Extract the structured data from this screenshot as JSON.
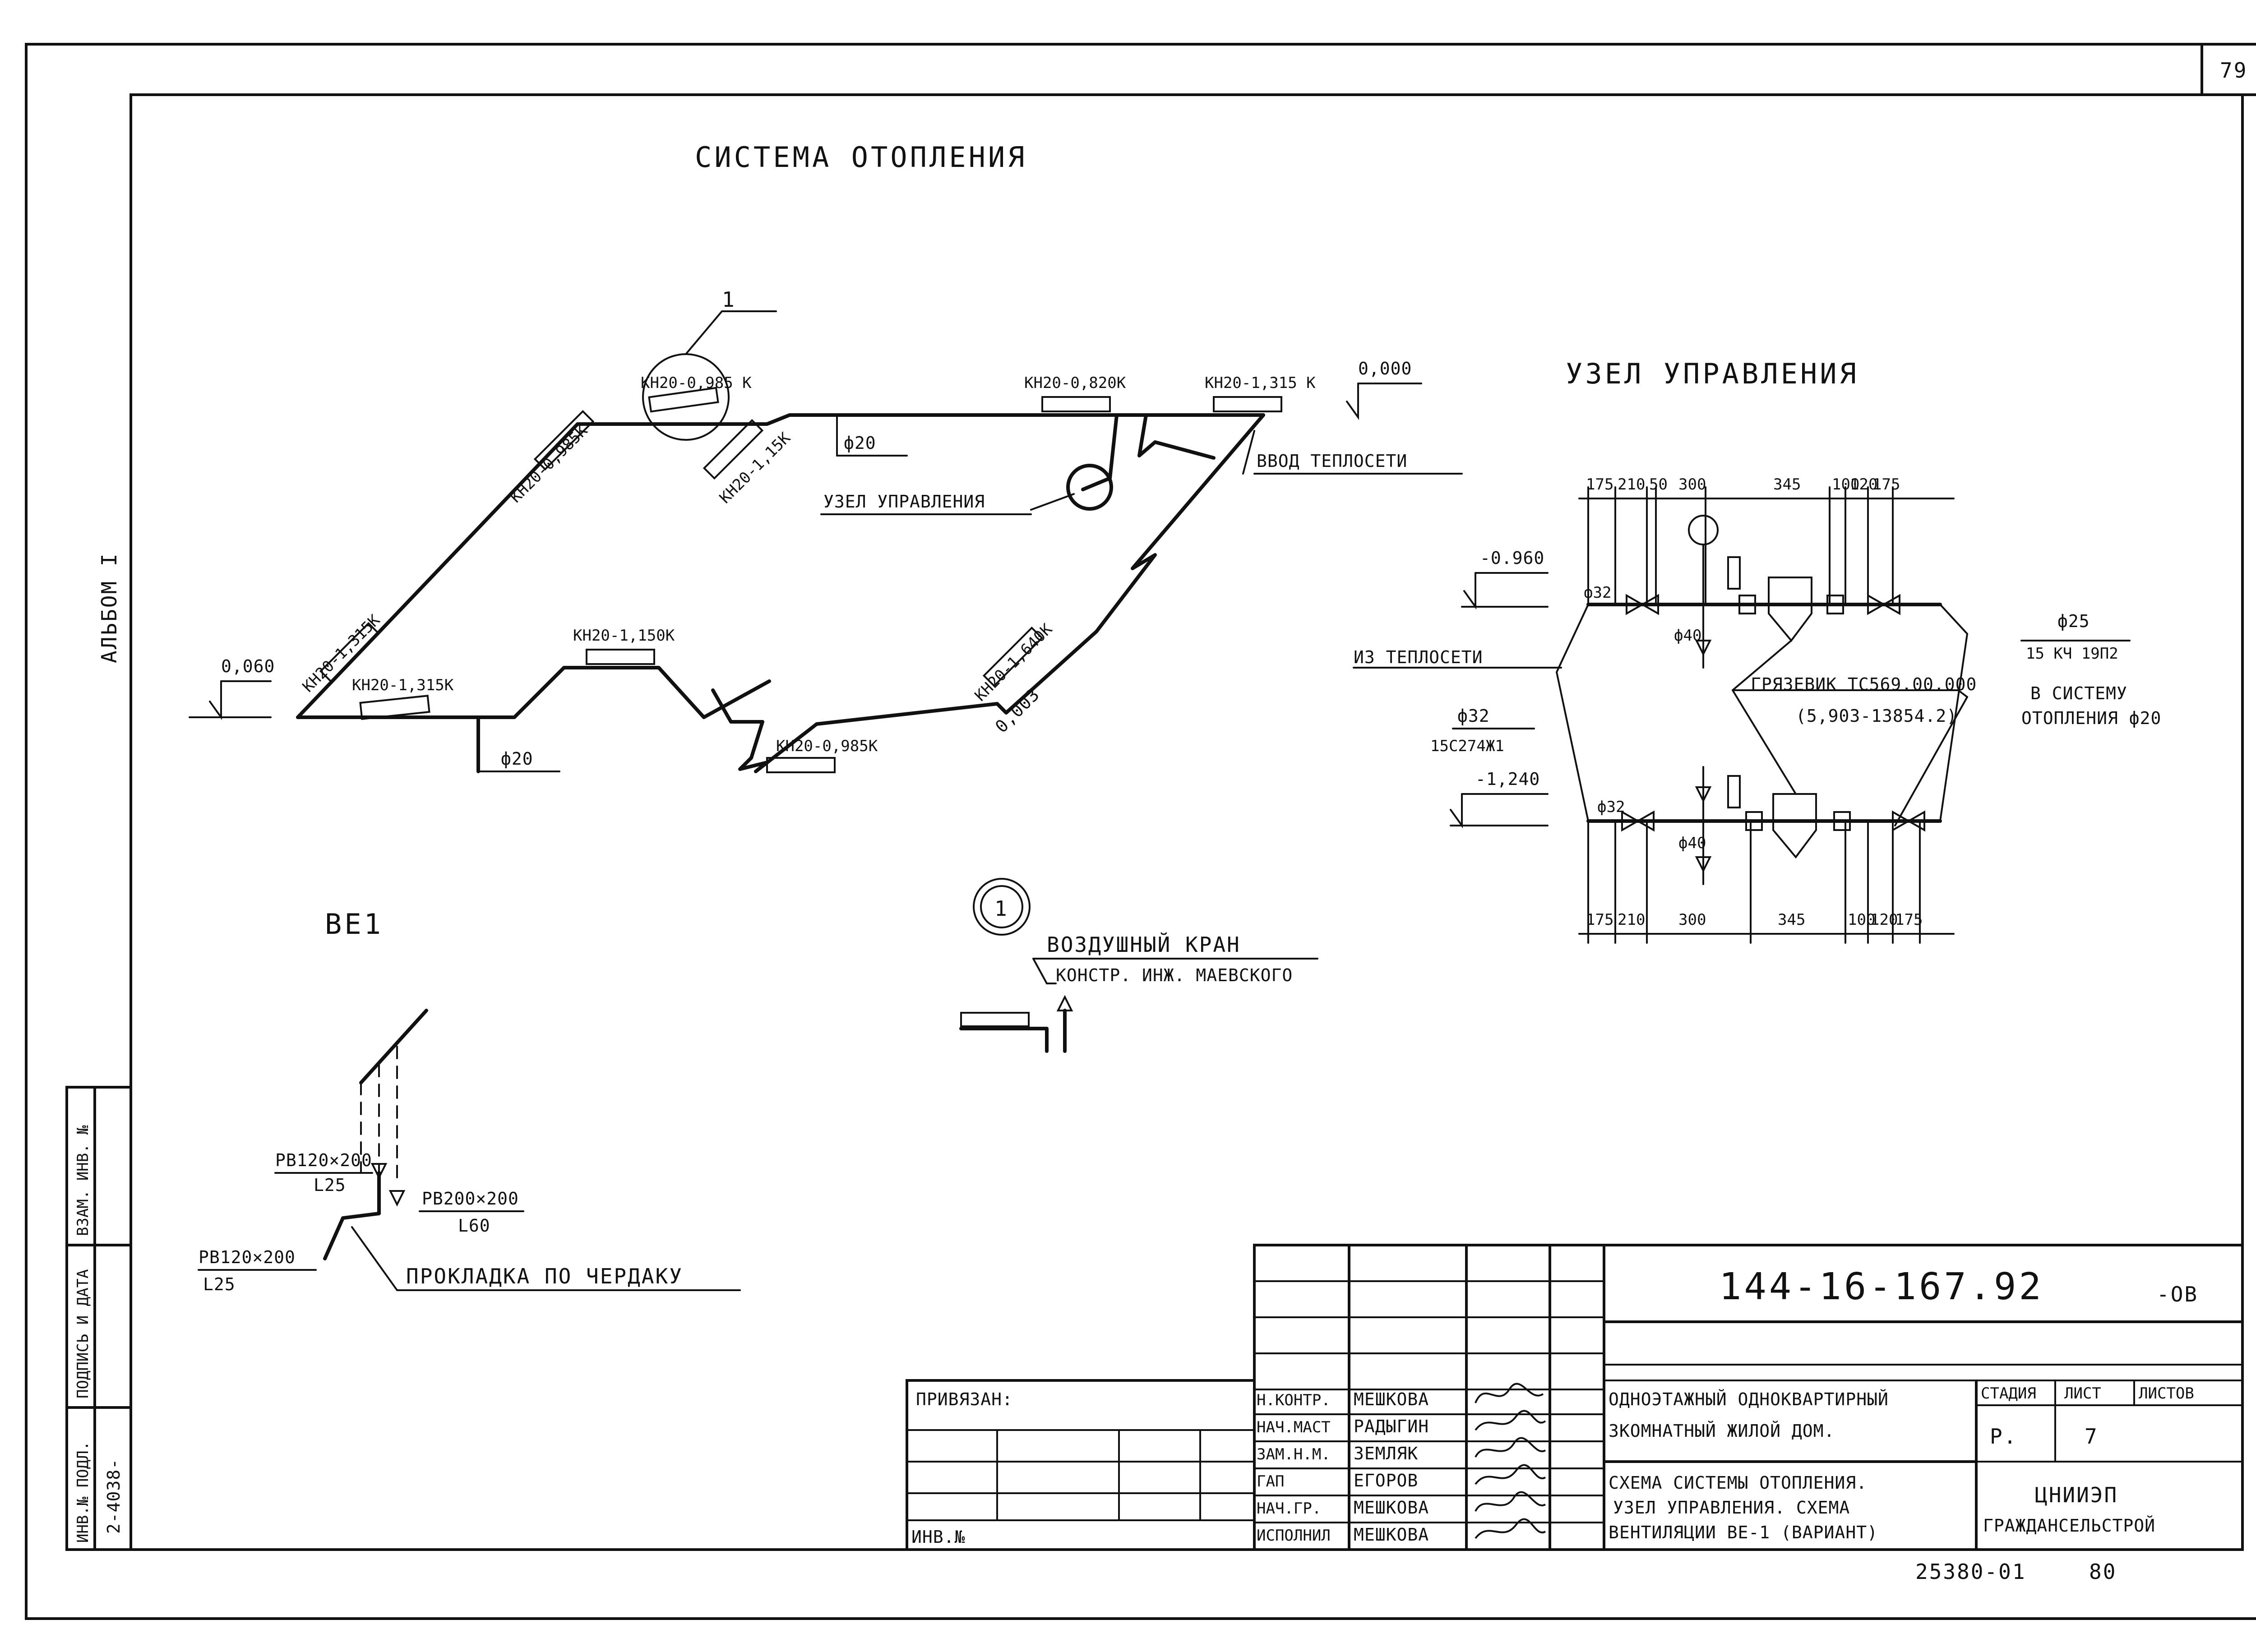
{
  "page_number": "79",
  "album_label": "АЛЬБОМ I",
  "heating": {
    "title": "СИСТЕМА ОТОПЛЕНИЯ",
    "callout_1": "1",
    "levels": {
      "zero": "0,000",
      "low": "0,060"
    },
    "pipe_labels": {
      "phi20_top": "ф20",
      "phi20_bottom": "ф20"
    },
    "control_unit_label": "УЗЕЛ УПРАВЛЕНИЯ",
    "input_label": "ВВОД ТЕПЛОСЕТИ",
    "slope": "0,003",
    "radiators": {
      "r1": "КН20-0,985 К",
      "r2": "КН20-0,985К",
      "r3": "КН20-1,15К",
      "r4": "КН20-0,820К",
      "r5": "КН20-1,315 К",
      "r6": "КН20-1,315К",
      "r7": "КН20-1,315К",
      "r8": "КН20-1,150К",
      "r9": "КН20-1,640К",
      "r10": "КН20-0,985К"
    }
  },
  "control_node": {
    "title": "УЗЕЛ УПРАВЛЕНИЯ",
    "dims_top": [
      "175",
      "210",
      "50",
      "300",
      "345",
      "100",
      "120",
      "175"
    ],
    "dims_bottom": [
      "175",
      "210",
      "300",
      "345",
      "100",
      "120",
      "175"
    ],
    "level_top": "-0.960",
    "level_bottom": "-1,240",
    "from_network": "ИЗ ТЕПЛОСЕТИ",
    "phi32_top": "ф32",
    "phi40_top": "ф40",
    "phi32_bottom": "ф32",
    "phi40_bottom": "ф40",
    "phi32_left": "ф32",
    "valve_left": "15С274Ж1",
    "phi25": "ф25",
    "valve_right": "15 КЧ 19П2",
    "mud_filter_1": "ГРЯЗЕВИК ТС569.00.000",
    "mud_filter_2": "(5,903-13854.2)",
    "to_system_1": "В СИСТЕМУ",
    "to_system_2": "ОТОПЛЕНИЯ ф20"
  },
  "ventilation": {
    "title": "ВЕ1",
    "rv1": "РВ120×200",
    "rv1_len": "L25",
    "rv2": "РВ200×200",
    "rv2_len": "L60",
    "rv3": "РВ120×200",
    "rv3_len": "L25",
    "attic": "ПРОКЛАДКА ПО ЧЕРДАКУ"
  },
  "detail1": {
    "number": "1",
    "label_1": "ВОЗДУШНЫЙ КРАН",
    "label_2": "КОНСТР. ИНЖ. МАЕВСКОГО"
  },
  "left_stamp": {
    "headers": [
      "ИНВ.№ ПОДЛ.",
      "ПОДПИСЬ И ДАТА",
      "ВЗАМ. ИНВ. №"
    ],
    "inv_value": "2-4038-"
  },
  "title_block": {
    "code": "144-16-167.92",
    "suffix": "-ОВ",
    "privyazan": "ПРИВЯЗАН:",
    "inv_no": "ИНВ.№",
    "roles": [
      "Н.КОНТР.",
      "НАЧ.МАСТ",
      "ЗАМ.Н.М.",
      "ГАП",
      "НАЧ.ГР.",
      "ИСПОЛНИЛ"
    ],
    "names": [
      "МЕШКОВА",
      "РАДЫГИН",
      "ЗЕМЛЯК",
      "ЕГОРОВ",
      "МЕШКОВА",
      "МЕШКОВА"
    ],
    "project_1": "ОДНОЭТАЖНЫЙ ОДНОКВАРТИРНЫЙ",
    "project_2": "3КОМНАТНЫЙ ЖИЛОЙ ДОМ.",
    "sheet_1": "СХЕМА СИСТЕМЫ ОТОПЛЕНИЯ.",
    "sheet_2": "УЗЕЛ УПРАВЛЕНИЯ. СХЕМА",
    "sheet_3": "ВЕНТИЛЯЦИИ ВЕ-1 (ВАРИАНТ)",
    "h_stage": "СТАДИЯ",
    "h_sheet": "ЛИСТ",
    "h_sheets": "ЛИСТОВ",
    "stage": "Р.",
    "sheet": "7",
    "org_1": "ЦНИИЭП",
    "org_2": "ГРАЖДАНСЕЛЬСТРОЙ"
  },
  "footer": {
    "archive": "25380-01",
    "page": "80"
  }
}
